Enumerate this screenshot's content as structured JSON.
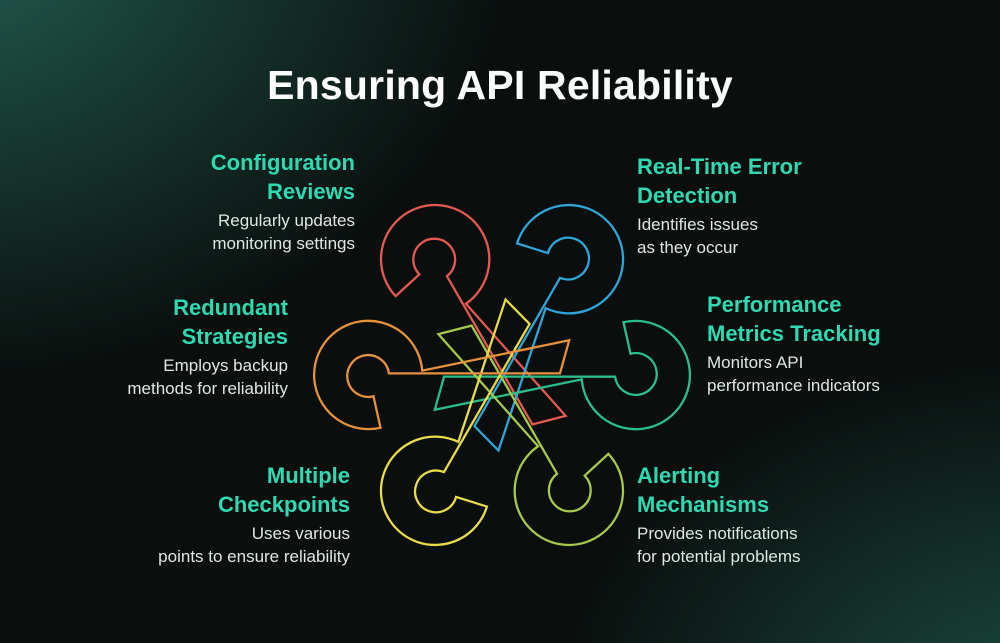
{
  "title": "Ensuring API Reliability",
  "theme": {
    "background_base": "#0a0f0e",
    "corner_glow_top_left": "#246254",
    "corner_glow_bottom_right": "#1e5448",
    "heading_color": "#2fd9b2",
    "body_color": "#dde7e3",
    "title_color": "#fafcfb"
  },
  "sections": [
    {
      "id": "configuration-reviews",
      "heading_line1": "Configuration",
      "heading_line2": "Reviews",
      "body_line1": "Regularly updates",
      "body_line2": "monitoring settings"
    },
    {
      "id": "real-time-error-detection",
      "heading_line1": "Real-Time Error",
      "heading_line2": "Detection",
      "body_line1": "Identifies issues",
      "body_line2": "as they occur"
    },
    {
      "id": "redundant-strategies",
      "heading_line1": "Redundant",
      "heading_line2": "Strategies",
      "body_line1": "Employs backup",
      "body_line2": "methods for reliability"
    },
    {
      "id": "performance-metrics-tracking",
      "heading_line1": "Performance",
      "heading_line2": "Metrics Tracking",
      "body_line1": "Monitors API",
      "body_line2": "performance indicators"
    },
    {
      "id": "multiple-checkpoints",
      "heading_line1": "Multiple",
      "heading_line2": "Checkpoints",
      "body_line1": "Uses various",
      "body_line2": "points to ensure reliability"
    },
    {
      "id": "alerting-mechanisms",
      "heading_line1": "Alerting",
      "heading_line2": "Mechanisms",
      "body_line1": "Provides notifications",
      "body_line2": "for potential problems"
    }
  ],
  "knot": {
    "description": "six interlocking outlined loops rotated 60 degrees apart",
    "units": [
      {
        "id": "loop-configuration-reviews",
        "color": "#e55a4e"
      },
      {
        "id": "loop-real-time-error-detection",
        "color": "#2fa5da"
      },
      {
        "id": "loop-performance-metrics",
        "color": "#2bbe8c"
      },
      {
        "id": "loop-alerting-mechanisms",
        "color": "#a6c94c"
      },
      {
        "id": "loop-multiple-checkpoints",
        "color": "#eadb4a"
      },
      {
        "id": "loop-redundant-strategies",
        "color": "#e6923c"
      }
    ]
  }
}
